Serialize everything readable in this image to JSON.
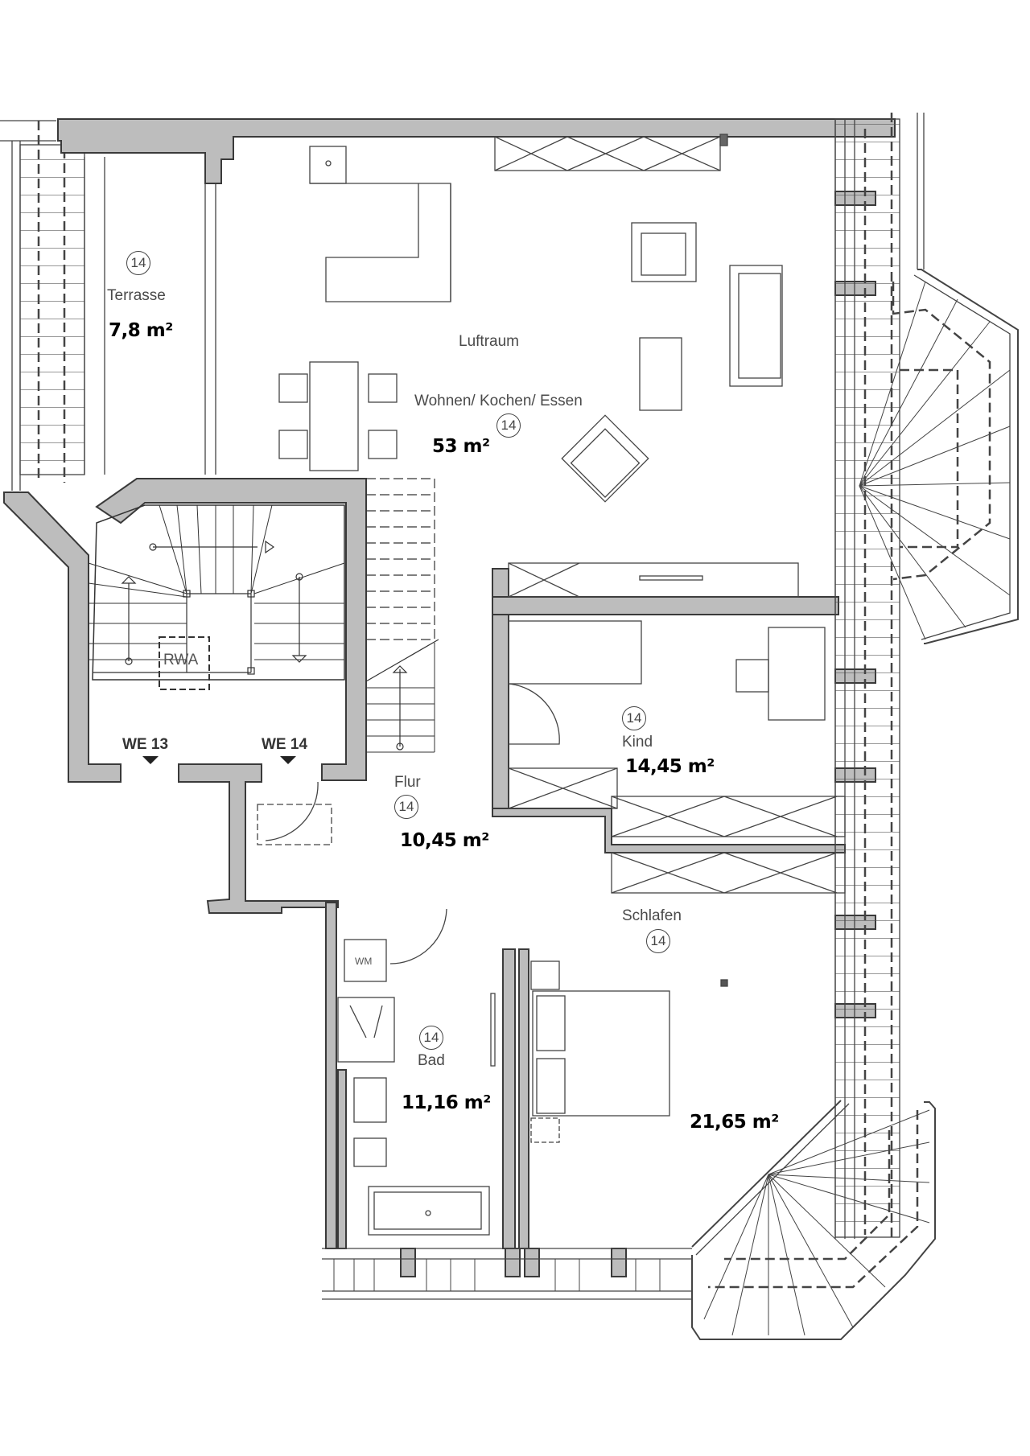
{
  "plan": {
    "unit_number": "14",
    "colors": {
      "wall_fill": "#bdbdbd",
      "wall_stroke": "#3a3a3a",
      "line": "#444444",
      "background": "#ffffff"
    }
  },
  "rooms": [
    {
      "id": "terrasse",
      "name": "Terrasse",
      "number": "14",
      "area": "7,8 m²"
    },
    {
      "id": "wohnen",
      "name": "Wohnen/ Kochen/ Essen",
      "number": "14",
      "area": "53 m²",
      "note": "Luftraum"
    },
    {
      "id": "kind",
      "name": "Kind",
      "number": "14",
      "area": "14,45 m²"
    },
    {
      "id": "flur",
      "name": "Flur",
      "number": "14",
      "area": "10,45 m²"
    },
    {
      "id": "bad",
      "name": "Bad",
      "number": "14",
      "area": "11,16 m²"
    },
    {
      "id": "schlafen",
      "name": "Schlafen",
      "number": "14",
      "area": "21,65 m²"
    }
  ],
  "stairwell": {
    "rwa_label": "RWA",
    "entrances": [
      {
        "label": "WE 13"
      },
      {
        "label": "WE 14"
      }
    ]
  },
  "fixtures": {
    "washing_machine": "WM"
  }
}
